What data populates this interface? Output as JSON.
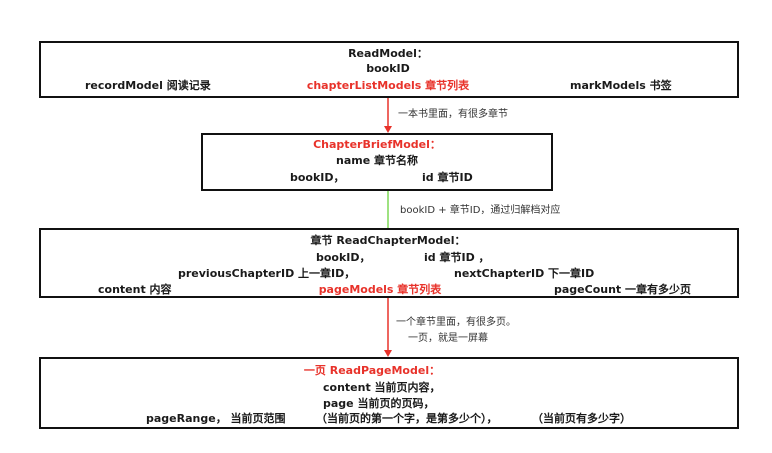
{
  "colors": {
    "highlight": "#e8322a",
    "connector_red": "#e8322a",
    "connector_green": "#7ed957",
    "border": "#111111"
  },
  "read_model": {
    "title": "ReadModel：",
    "book_id": "bookID",
    "record_model": "recordModel 阅读记录",
    "chapter_list": "chapterListModels 章节列表",
    "mark_models": "markModels 书签"
  },
  "connector1": {
    "label": "一本书里面，有很多章节"
  },
  "chapter_brief": {
    "title": "ChapterBriefModel：",
    "name": "name 章节名称",
    "book_id": "bookID，",
    "id": "id 章节ID"
  },
  "connector2": {
    "label": "bookID + 章节ID，通过归解档对应"
  },
  "read_chapter": {
    "title": "章节 ReadChapterModel：",
    "book_id": "bookID，",
    "id": "id 章节ID ，",
    "previous": "previousChapterID  上一章ID，",
    "next": "nextChapterID   下一章ID",
    "content": "content 内容",
    "page_models": "pageModels 章节列表",
    "page_count": "pageCount 一章有多少页"
  },
  "connector3": {
    "label_line1": "一个章节里面，有很多页。",
    "label_line2": "一页，就是一屏幕"
  },
  "read_page": {
    "title": "一页 ReadPageModel：",
    "content": "content    当前页内容，",
    "page": "page    当前页的页码，",
    "page_range": "pageRange，   当前页范围",
    "range_note": "（当前页的第一个字，是第多少个），",
    "total_note": "（当前页有多少字）"
  }
}
